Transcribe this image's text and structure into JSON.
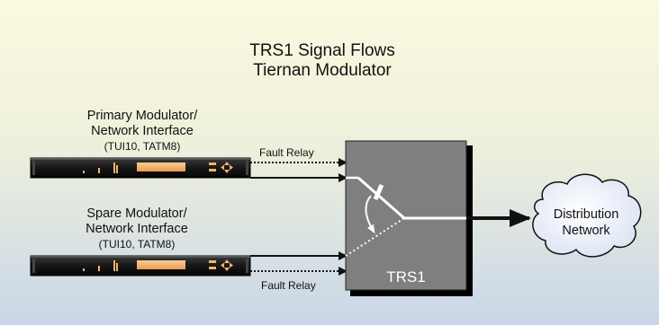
{
  "title": {
    "line1": "TRS1 Signal Flows",
    "line2": "Tiernan Modulator"
  },
  "primary": {
    "label_line1": "Primary Modulator/",
    "label_line2": "Network Interface",
    "models": "(TUI10, TATM8)",
    "relay_label": "Fault Relay"
  },
  "spare": {
    "label_line1": "Spare Modulator/",
    "label_line2": "Network Interface",
    "models": "(TUI10, TATM8)",
    "relay_label": "Fault Relay"
  },
  "switch": {
    "label": "TRS1"
  },
  "network": {
    "label_line1": "Distribution",
    "label_line2": "Network"
  },
  "colors": {
    "bg_top": "#fbf9df",
    "bg_bottom": "#c9d6e8",
    "switch_box": "#7f7f7f",
    "device_body": "#111111",
    "device_display": "#f2b36a",
    "cloud_fill": "#e7edf9"
  }
}
